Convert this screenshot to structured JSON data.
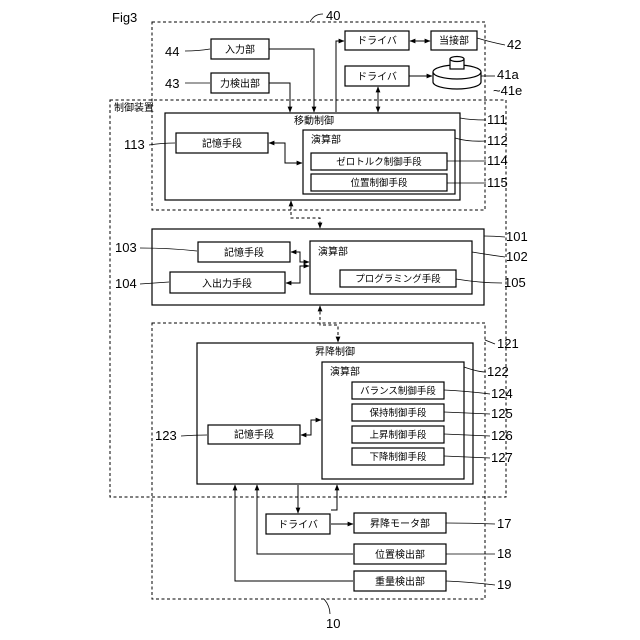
{
  "figure_title": "Fig3",
  "blocks": {
    "driver": "ドライバ",
    "contact_part": "当接部",
    "input_part": "入力部",
    "force_detection_part": "力検出部",
    "control_device": "制御装置",
    "movement_control": "移動制御",
    "storage_means": "記憶手段",
    "computing_part": "演算部",
    "zero_torque_control_means": "ゼロトルク制御手段",
    "position_control_means": "位置制御手段",
    "input_output_means": "入出力手段",
    "programming_means": "プログラミング手段",
    "lift_control": "昇降制御",
    "balance_control_means": "バランス制御手段",
    "holding_control_means": "保持制御手段",
    "raise_control_means": "上昇制御手段",
    "lower_control_means": "下降制御手段",
    "lift_motor_part": "昇降モータ部",
    "position_detection_part": "位置検出部",
    "weight_detection_part": "重量検出部"
  },
  "refs": {
    "r40": "40",
    "r42": "42",
    "r44": "44",
    "r43": "43",
    "r41a": "41a",
    "r41e": "~41e",
    "r111": "111",
    "r112": "112",
    "r113": "113",
    "r114": "114",
    "r115": "115",
    "r101": "101",
    "r102": "102",
    "r103": "103",
    "r104": "104",
    "r105": "105",
    "r121": "121",
    "r122": "122",
    "r123": "123",
    "r124": "124",
    "r125": "125",
    "r126": "126",
    "r127": "127",
    "r17": "17",
    "r18": "18",
    "r19": "19",
    "r10": "10"
  }
}
